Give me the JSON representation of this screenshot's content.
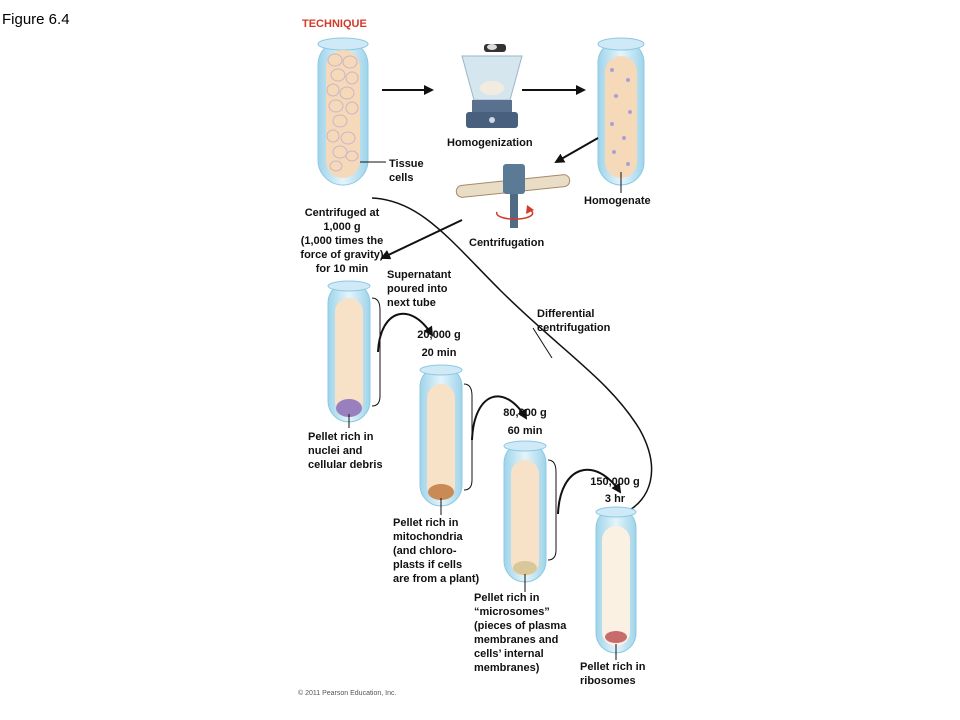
{
  "figure_title": "Figure 6.4",
  "header": "TECHNIQUE",
  "copyright": "© 2011 Pearson Education, Inc.",
  "steps": {
    "tissue": "Tissue\ncells",
    "homogenization": "Homogenization",
    "homogenate": "Homogenate",
    "centrifugation": "Centrifugation",
    "first_spin": "Centrifuged at\n1,000 g\n(1,000 times the\nforce of gravity)\nfor 10 min",
    "supernatant": "Supernatant\npoured into\nnext tube",
    "differential": "Differential\ncentrifugation"
  },
  "spins": [
    {
      "force": "20,000 g",
      "time": "20 min"
    },
    {
      "force": "80,000 g",
      "time": "60 min"
    },
    {
      "force": "150,000 g",
      "time": "3 hr"
    }
  ],
  "pellets": [
    "Pellet rich in\nnuclei and\ncellular debris",
    "Pellet rich in\nmitochondria\n(and chloro-\nplasts if cells\nare from a plant)",
    "Pellet rich in\n“microsomes”\n(pieces of plasma\nmembranes and\ncells’ internal\nmembranes)",
    "Pellet rich in\nribosomes"
  ],
  "colors": {
    "accent": "#d23a2a",
    "tube_glass": "#bfe3f2",
    "tube_rim": "#8cc9e3",
    "tissue": "#f6d9b8",
    "cell_outline": "#c8b6c9",
    "supernatant": "#f7e2c8",
    "pellet_nuclei": "#9a7fbf",
    "pellet_mito": "#c98a55",
    "pellet_micro": "#d9c79a",
    "pellet_ribo": "#c76b6b",
    "line": "#111111"
  }
}
